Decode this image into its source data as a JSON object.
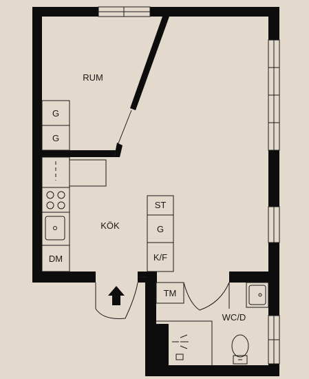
{
  "colors": {
    "background": "#e3d9cc",
    "wall": "#0d0d0d",
    "line": "#1a1a1a"
  },
  "rooms": {
    "rum": "RUM",
    "kok": "KÖK",
    "wc": "WC/D"
  },
  "fixtures": {
    "wardrobe_1": "G",
    "wardrobe_2": "G",
    "storage": "ST",
    "wardrobe_kitchen": "G",
    "fridge_freezer": "K/F",
    "dishwasher": "DM",
    "washing_machine": "TM"
  },
  "icons": {
    "entrance": "entrance-arrow-icon",
    "stove": "stove-icon",
    "sink": "sink-icon",
    "shower": "shower-icon",
    "toilet": "toilet-icon",
    "washbasin": "washbasin-icon",
    "window": "window-icon",
    "door": "door-swing-icon"
  }
}
